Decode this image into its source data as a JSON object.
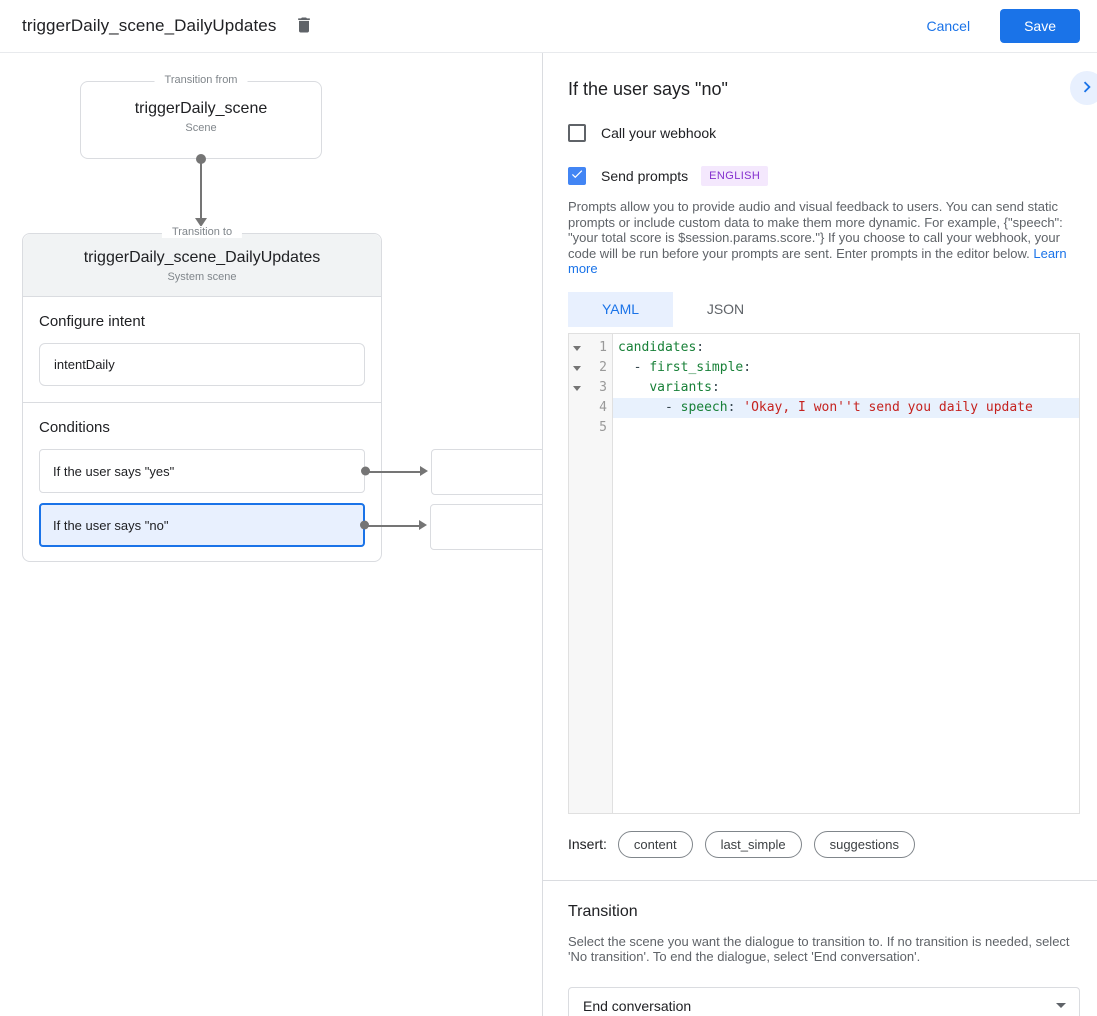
{
  "topbar": {
    "title": "triggerDaily_scene_DailyUpdates",
    "cancel": "Cancel",
    "save": "Save"
  },
  "diagram": {
    "from": {
      "legend": "Transition from",
      "name": "triggerDaily_scene",
      "type": "Scene"
    },
    "to": {
      "legend": "Transition to",
      "name": "triggerDaily_scene_DailyUpdates",
      "type": "System scene"
    },
    "configure_intent_label": "Configure intent",
    "intent_name": "intentDaily",
    "conditions_label": "Conditions",
    "conditions": [
      {
        "label": "If the user says \"yes\"",
        "selected": false
      },
      {
        "label": "If the user says \"no\"",
        "selected": true
      }
    ]
  },
  "panel": {
    "title": "If the user says \"no\"",
    "webhook_label": "Call your webhook",
    "send_prompts_label": "Send prompts",
    "language_badge": "ENGLISH",
    "description": "Prompts allow you to provide audio and visual feedback to users. You can send static prompts or include custom data to make them more dynamic. For example, {\"speech\": \"your total score is $session.params.score.\"} If you choose to call your webhook, your code will be run before your prompts are sent. Enter prompts in the editor below. ",
    "learn_more": "Learn more",
    "tabs": [
      {
        "label": "YAML",
        "active": true
      },
      {
        "label": "JSON",
        "active": false
      }
    ],
    "editor": {
      "lines": [
        {
          "num": "1",
          "fold": true,
          "highlight": false,
          "tokens": [
            {
              "c": "key",
              "t": "candidates"
            },
            {
              "c": "punct",
              "t": ":"
            }
          ]
        },
        {
          "num": "2",
          "fold": true,
          "highlight": false,
          "tokens": [
            {
              "c": "punct",
              "t": "  - "
            },
            {
              "c": "key",
              "t": "first_simple"
            },
            {
              "c": "punct",
              "t": ":"
            }
          ]
        },
        {
          "num": "3",
          "fold": true,
          "highlight": false,
          "tokens": [
            {
              "c": "plain",
              "t": "    "
            },
            {
              "c": "key",
              "t": "variants"
            },
            {
              "c": "punct",
              "t": ":"
            }
          ]
        },
        {
          "num": "4",
          "fold": false,
          "highlight": true,
          "tokens": [
            {
              "c": "punct",
              "t": "      - "
            },
            {
              "c": "key",
              "t": "speech"
            },
            {
              "c": "punct",
              "t": ":"
            },
            {
              "c": "plain",
              "t": " "
            },
            {
              "c": "string",
              "t": "'Okay, I won''t send you daily update"
            }
          ]
        },
        {
          "num": "5",
          "fold": false,
          "highlight": false,
          "tokens": []
        }
      ]
    },
    "insert_label": "Insert:",
    "chips": [
      "content",
      "last_simple",
      "suggestions"
    ]
  },
  "transition": {
    "title": "Transition",
    "description": "Select the scene you want the dialogue to transition to. If no transition is needed, select 'No transition'. To end the dialogue, select 'End conversation'.",
    "selected_value": "End conversation"
  },
  "icons": {
    "delete": "trash-icon",
    "collapse": "chevron-right-icon",
    "checkbox_check": "check-icon",
    "code_fold": "triangle-down-icon",
    "select_caret": "caret-down-icon"
  },
  "colors": {
    "accent_blue": "#1a73e8",
    "checkbox_blue": "#4285f4",
    "selection_bg": "#e8f0fe",
    "badge_purple_text": "#8430ce",
    "badge_purple_bg": "#f4e8fd",
    "code_key_green": "#188038",
    "code_string_red": "#c5221f",
    "line_highlight": "#e8f1fd",
    "border_gray": "#dadce0",
    "text_gray": "#5f6368",
    "card_header_bg": "#f1f3f4"
  }
}
